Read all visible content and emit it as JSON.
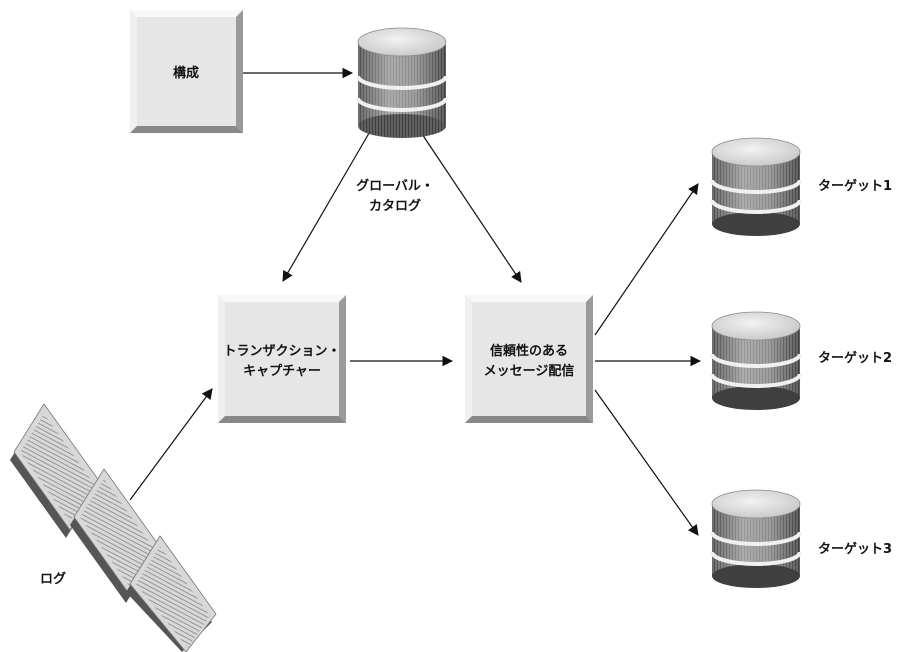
{
  "config": {
    "label": "構成"
  },
  "global_catalog": {
    "label_line1": "グローバル・",
    "label_line2": "カタログ"
  },
  "transaction_capture": {
    "label_line1": "トランザクション・",
    "label_line2": "キャプチャー"
  },
  "reliable_messaging": {
    "label_line1": "信頼性のある",
    "label_line2": "メッセージ配信"
  },
  "log": {
    "label": "ログ"
  },
  "targets": [
    {
      "label": "ターゲット1"
    },
    {
      "label": "ターゲット2"
    },
    {
      "label": "ターゲット3"
    }
  ],
  "colors": {
    "box_face": "#e6e6e6",
    "box_light": "#f7f7f7",
    "box_dark": "#9a9a9a",
    "disk_top": "#d8d8d8",
    "disk_side": "#6e6e6e",
    "line": "#111111"
  }
}
